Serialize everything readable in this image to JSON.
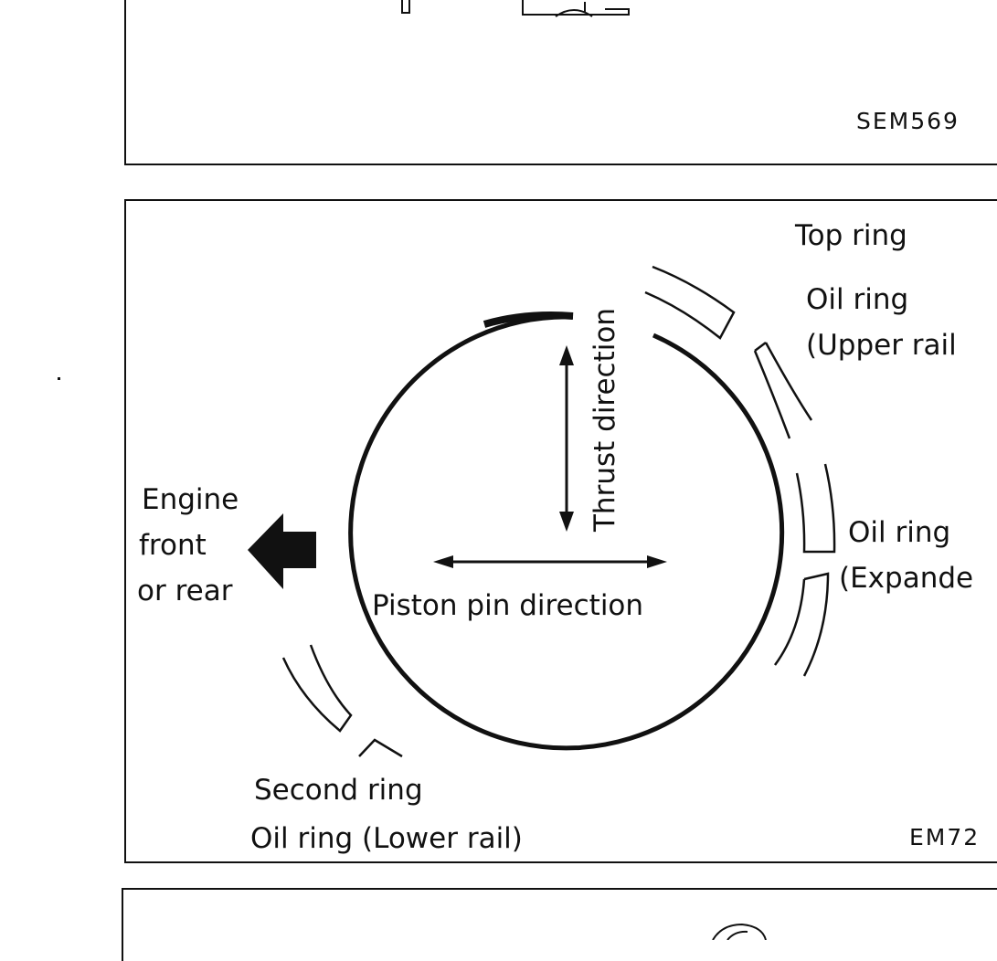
{
  "top_panel": {
    "figure_code": "SEM569"
  },
  "main_panel": {
    "figure_code": "EM72",
    "labels": {
      "top_ring": "Top ring",
      "oil_ring_upper_line1": "Oil ring",
      "oil_ring_upper_line2": "(Upper rail",
      "oil_ring_expander_line1": "Oil ring",
      "oil_ring_expander_line2": "(Expande",
      "thrust_direction": "Thrust direction",
      "piston_pin_direction": "Piston pin direction",
      "engine_front_line1": "Engine",
      "engine_front_line2": "front",
      "engine_front_line3": "or rear",
      "second_ring": "Second ring",
      "oil_ring_lower": "Oil ring (Lower rail)"
    }
  },
  "colors": {
    "ink": "#111111",
    "background": "#ffffff"
  }
}
